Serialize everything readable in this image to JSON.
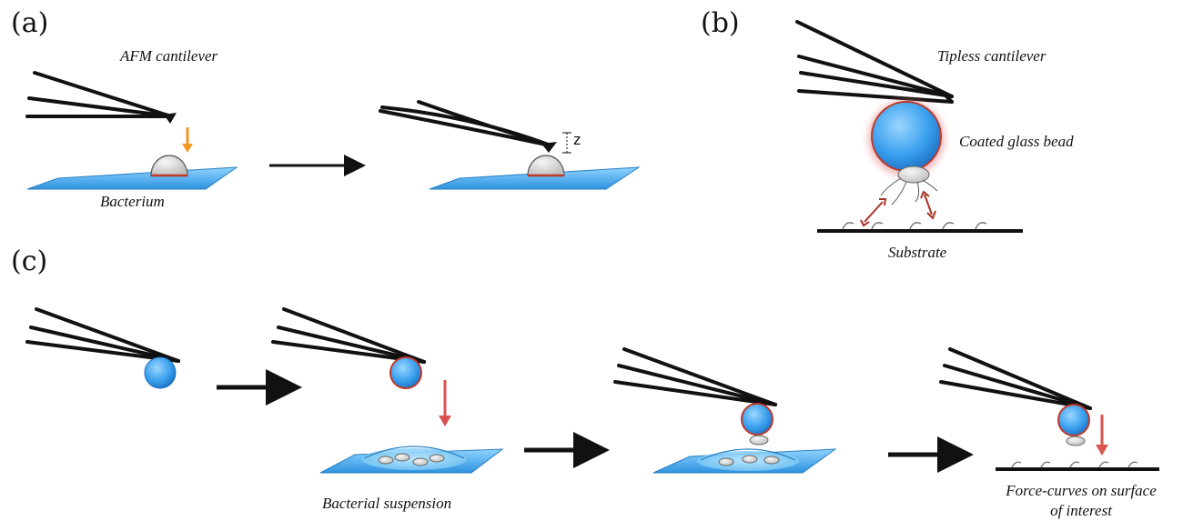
{
  "panels": {
    "a": {
      "label": "(a)",
      "cantilever_label": "AFM cantilever",
      "cell_label": "Bacterium",
      "deflection_label": "z"
    },
    "b": {
      "label": "(b)",
      "cantilever_label": "Tipless cantilever",
      "bead_label": "Coated glass bead",
      "substrate_label": "Substrate"
    },
    "c": {
      "label": "(c)",
      "suspension_label": "Bacterial suspension",
      "force_curves_label_line1": "Force-curves on surface",
      "force_curves_label_line2": "of interest"
    }
  },
  "colors": {
    "surface_blue": "#3aa6ea",
    "bead_blue": "#2c8fe0",
    "arrow_orange": "#f29a1f",
    "arrow_red": "#d9534f",
    "coating_red": "#c0392b",
    "ink": "#111111"
  }
}
